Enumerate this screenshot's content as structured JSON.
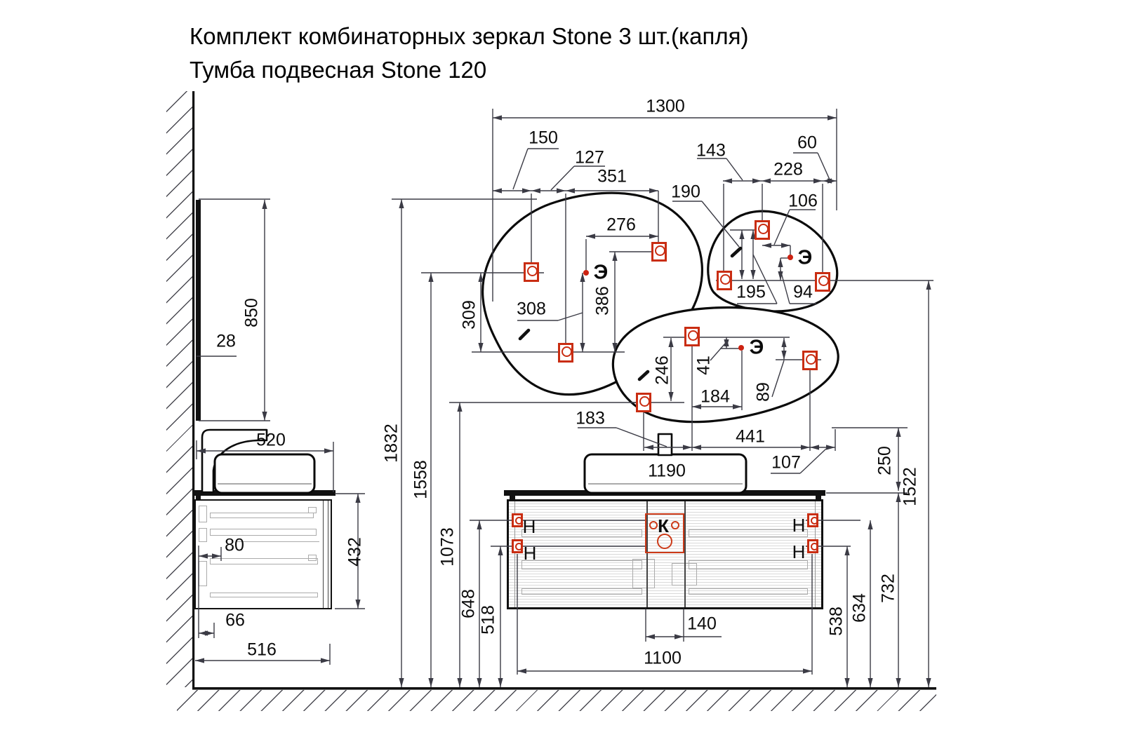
{
  "title": {
    "line1": "Комплект комбинаторных зеркал Stone 3 шт.(капля)",
    "line2": "Тумба подвесная Stone 120"
  },
  "dimensions": {
    "d1300": "1300",
    "d150": "150",
    "d127": "127",
    "d351": "351",
    "d143": "143",
    "d228": "228",
    "d60": "60",
    "d106": "106",
    "d190": "190",
    "d195": "195",
    "d94": "94",
    "d276": "276",
    "d309": "309",
    "d308": "308",
    "d386": "386",
    "d850": "850",
    "d28": "28",
    "d520": "520",
    "d432": "432",
    "d80": "80",
    "d66": "66",
    "d516": "516",
    "d1832": "1832",
    "d1558": "1558",
    "d1073": "1073",
    "d648": "648",
    "d518": "518",
    "d246": "246",
    "d41": "41",
    "d184": "184",
    "d89": "89",
    "d183": "183",
    "d441": "441",
    "d107": "107",
    "d1190": "1190",
    "d140": "140",
    "d1100": "1100",
    "d538": "538",
    "d634": "634",
    "d732": "732",
    "d250": "250",
    "d1522": "1522"
  },
  "markers": {
    "electrical_symbol": "Э",
    "bracket_symbol": "Н",
    "connector_symbol": "К"
  }
}
